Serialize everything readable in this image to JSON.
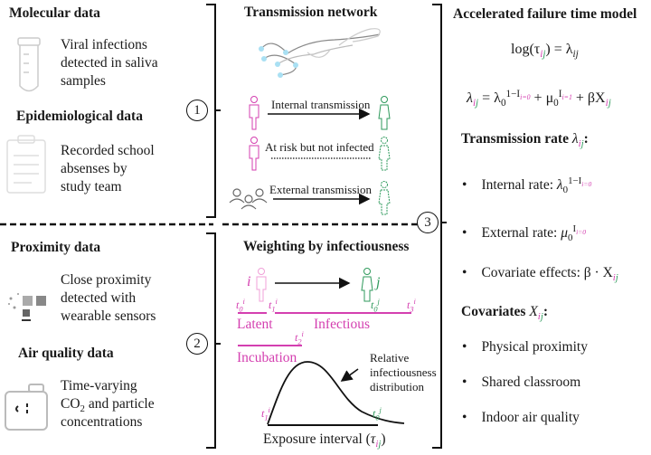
{
  "left": {
    "molecular": {
      "title": "Molecular data",
      "lines": [
        "Viral infections",
        "detected in saliva",
        "samples"
      ]
    },
    "epidemiological": {
      "title": "Epidemiological data",
      "lines": [
        "Recorded school",
        "absenses by",
        "study team"
      ]
    },
    "proximity": {
      "title": "Proximity data",
      "lines": [
        "Close proximity",
        "detected with",
        "wearable sensors"
      ]
    },
    "air": {
      "title": "Air quality data",
      "lines": [
        "Time-varying",
        "CO",
        "2",
        " and particle",
        "concentrations"
      ]
    }
  },
  "markers": {
    "one": "1",
    "two": "2",
    "three": "3"
  },
  "network": {
    "title": "Transmission network",
    "internal": "Internal transmission",
    "at_risk": "At risk but not infected",
    "external": "External transmission"
  },
  "weighting": {
    "title": "Weighting by infectiousness",
    "i": "i",
    "j": "j",
    "t0i": "t",
    "t0i_sub": "0",
    "t0i_sup": "i",
    "t1i": "t",
    "t1i_sub": "1",
    "t1i_sup": "i",
    "t0j": "t",
    "t0j_sub": "0",
    "t0j_sup": "j",
    "t3i": "t",
    "t3i_sub": "3",
    "t3i_sup": "i",
    "t2i": "t",
    "t2i_sub": "2",
    "t2i_sup": "i",
    "latent": "Latent",
    "infectious": "Infectious",
    "incubation": "Incubation",
    "curve_label": [
      "Relative",
      "infectiousness",
      "distribution"
    ],
    "xlabel": "Exposure interval (",
    "tau": "τ",
    "close": ")"
  },
  "model": {
    "title": "Accelerated failure time model",
    "log": "log(τ",
    "eq": ") = λ",
    "lambda": "λ",
    "equals": " = λ",
    "zero": "0",
    "one_minus_I": "1−I",
    "cond0": "i=0",
    "cond1": "i=1",
    "plus_mu": " + μ",
    "I": "I",
    "plus_beta": " + βX",
    "rate_title": "Transmission rate ",
    "colon": ":",
    "internal": "Internal rate: ",
    "external": "External rate: ",
    "covariate": "Covariate effects: β · X",
    "covariates_title": "Covariates ",
    "X": "X",
    "sub_i": "i",
    "sub_j": "j",
    "mu": "μ",
    "bullet": "•",
    "cov_items": [
      "Physical proximity",
      "Shared classroom",
      "Indoor air quality"
    ]
  },
  "colors": {
    "source": "#d43fb0",
    "target": "#2f9a5c",
    "node": "#a9e0f3"
  }
}
